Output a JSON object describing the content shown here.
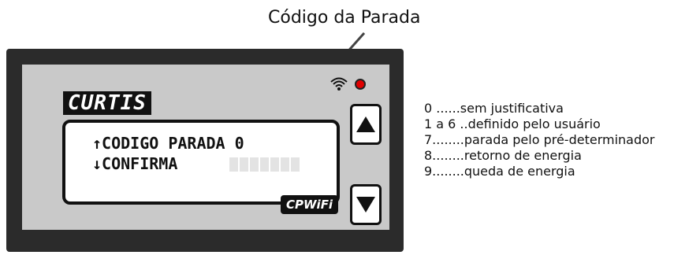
{
  "annotation": {
    "title": "Código da Parada"
  },
  "device": {
    "brand": "CURTIS",
    "model": "CPWiFi",
    "lcd": {
      "line1": "↑CODIGO PARADA 0",
      "line2": "↓CONFIRMA"
    },
    "led_color": "#e00000",
    "icons": {
      "wifi": "wifi-icon",
      "up": "up-arrow-icon",
      "down": "down-arrow-icon"
    }
  },
  "legend": [
    "0 ......sem justificativa",
    "1 a 6 ..definido pelo usuário",
    "7........parada pelo pré-determinador",
    "8........retorno de energia",
    "9........queda de energia"
  ]
}
